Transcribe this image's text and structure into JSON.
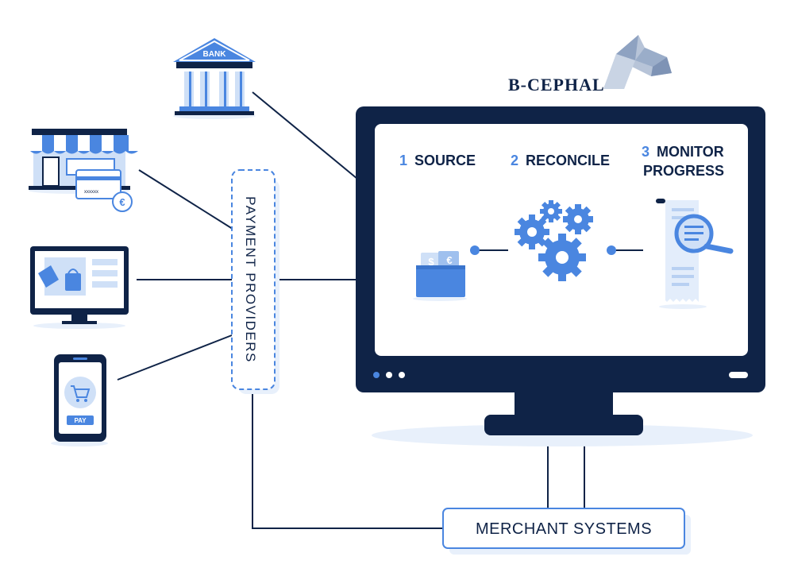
{
  "logo": {
    "text": "B-CEPHAL"
  },
  "bank": {
    "label": "BANK"
  },
  "payment_providers": {
    "label": "PAYMENT PROVIDERS"
  },
  "merchant_systems": {
    "label": "MERCHANT SYSTEMS"
  },
  "steps": [
    {
      "num": "1",
      "line1": "SOURCE",
      "line2": ""
    },
    {
      "num": "2",
      "line1": "RECONCILE",
      "line2": ""
    },
    {
      "num": "3",
      "line1": "MONITOR",
      "line2": "PROGRESS"
    }
  ],
  "phone": {
    "pay_label": "PAY"
  },
  "icons": {
    "currency_dollar": "$",
    "currency_euro": "€",
    "card_number": "xxxxxx"
  },
  "colors": {
    "navy": "#0f2347",
    "blue": "#4a86e0",
    "light_blue": "#cfe0f7",
    "pale_blue": "#e8f0fb"
  }
}
